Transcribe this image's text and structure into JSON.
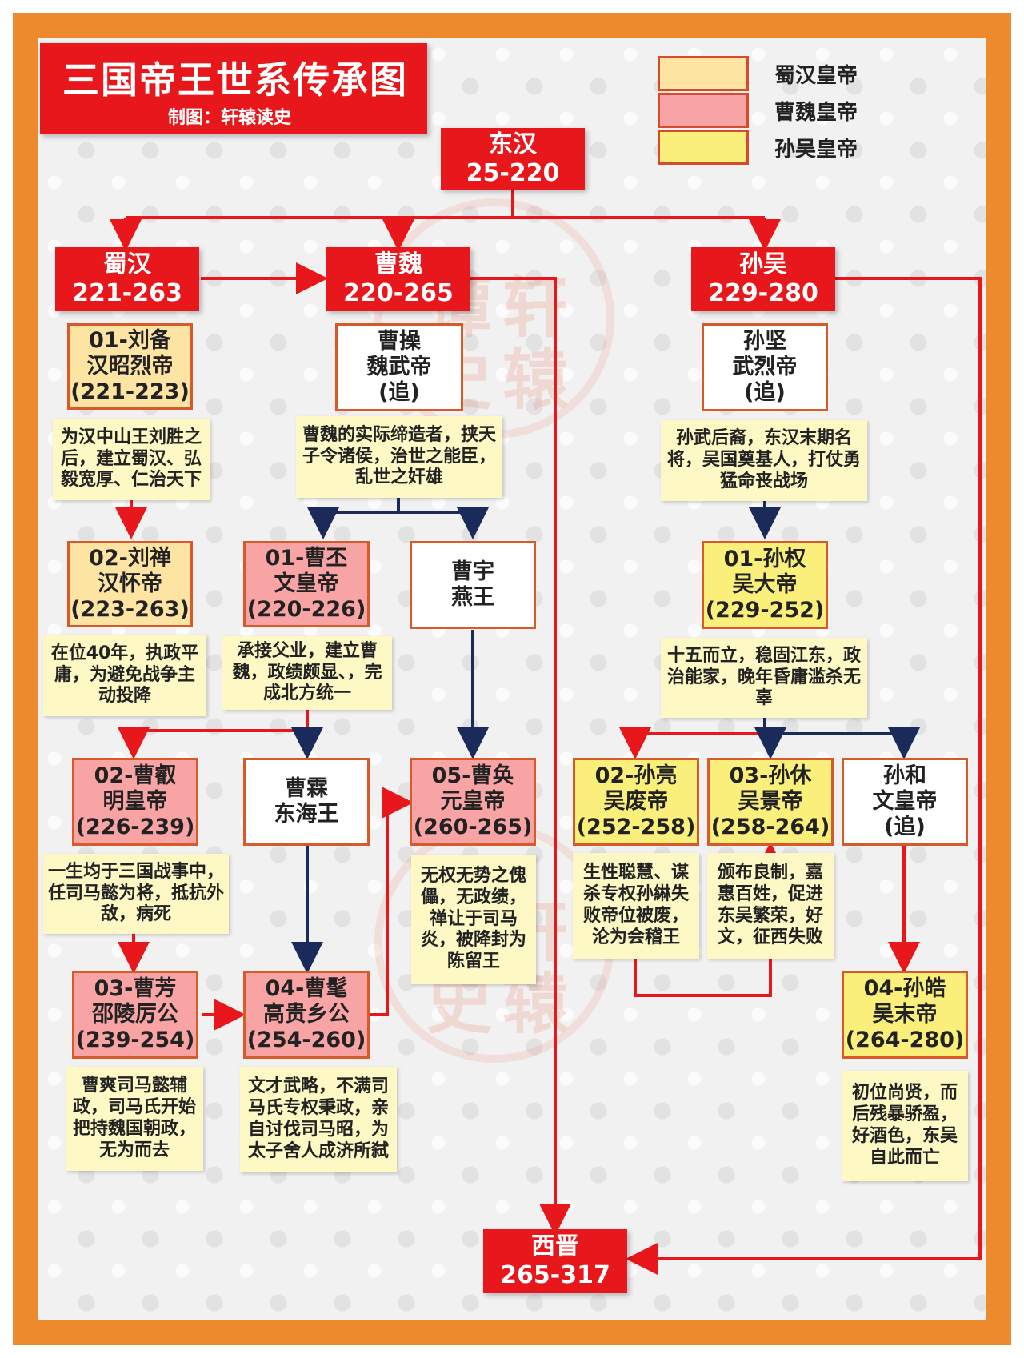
{
  "title": "三国帝王世系传承图",
  "subtitle": "制图：轩辕读史",
  "legend": [
    {
      "label": "蜀汉皇帝",
      "color": "#fde4a3"
    },
    {
      "label": "曹魏皇帝",
      "color": "#f9a4a4"
    },
    {
      "label": "孙吴皇帝",
      "color": "#faef7a"
    }
  ],
  "watermark": [
    "谭",
    "轩",
    "史",
    "辕"
  ],
  "eras": {
    "donghan": {
      "name": "东汉",
      "years": "25-220"
    },
    "shuhan": {
      "name": "蜀汉",
      "years": "221-263"
    },
    "caowei": {
      "name": "曹魏",
      "years": "220-265"
    },
    "sunwu": {
      "name": "孙吴",
      "years": "229-280"
    },
    "xijin": {
      "name": "西晋",
      "years": "265-317"
    }
  },
  "rulers": {
    "liubei": {
      "l1": "01-刘备",
      "l2": "汉昭烈帝",
      "l3": "(221-223)",
      "desc": "为汉中山王刘胜之后，建立蜀汉、弘毅宽厚、仁治天下"
    },
    "liushan": {
      "l1": "02-刘禅",
      "l2": "汉怀帝",
      "l3": "(223-263)",
      "desc": "在位40年，执政平庸，为避免战争主动投降"
    },
    "caocao": {
      "l1": "曹操",
      "l2": "魏武帝",
      "l3": "(追)",
      "desc": "曹魏的实际缔造者，挟天子令诸侯，治世之能臣，乱世之奸雄"
    },
    "caopi": {
      "l1": "01-曹丕",
      "l2": "文皇帝",
      "l3": "(220-226)",
      "desc": "承接父业，建立曹魏，政绩颇显、，完成北方统一"
    },
    "caoyu": {
      "l1": "曹宇",
      "l2": "燕王"
    },
    "caorui": {
      "l1": "02-曹叡",
      "l2": "明皇帝",
      "l3": "(226-239)",
      "desc": "一生均于三国战事中，任司马懿为将，抵抗外敌，病死"
    },
    "caolin": {
      "l1": "曹霖",
      "l2": "东海王"
    },
    "caohuan": {
      "l1": "05-曹奂",
      "l2": "元皇帝",
      "l3": "(260-265)",
      "desc": "无权无势之傀儡，无政绩，禅让于司马炎，被降封为陈留王"
    },
    "caofang": {
      "l1": "03-曹芳",
      "l2": "邵陵厉公",
      "l3": "(239-254)",
      "desc": "曹爽司马懿辅政，司马氏开始把持魏国朝政，无为而去"
    },
    "caomao": {
      "l1": "04-曹髦",
      "l2": "高贵乡公",
      "l3": "(254-260)",
      "desc": "文才武略，不满司马氏专权秉政，亲自讨伐司马昭，为太子舍人成济所弑"
    },
    "sunjian": {
      "l1": "孙坚",
      "l2": "武烈帝",
      "l3": "(追)",
      "desc": "孙武后裔，东汉末期名将，吴国奠基人，打仗勇猛命丧战场"
    },
    "sunquan": {
      "l1": "01-孙权",
      "l2": "吴大帝",
      "l3": "(229-252)",
      "desc": "十五而立，稳固江东，政治能家，晚年昏庸滥杀无辜"
    },
    "sunliang": {
      "l1": "02-孙亮",
      "l2": "吴废帝",
      "l3": "(252-258)",
      "desc": "生性聪慧、谋杀专权孙綝失败帝位被废，沦为会稽王"
    },
    "sunxiu": {
      "l1": "03-孙休",
      "l2": "吴景帝",
      "l3": "(258-264)",
      "desc": "颁布良制，嘉惠百姓，促进东吴繁荣，好文，征西失败"
    },
    "sunhe": {
      "l1": "孙和",
      "l2": "文皇帝",
      "l3": "(追)"
    },
    "sunhao": {
      "l1": "04-孙皓",
      "l2": "吴末帝",
      "l3": "(264-280)",
      "desc": "初位尚贤，而后残暴骄盈，好酒色，东吴自此而亡"
    }
  }
}
